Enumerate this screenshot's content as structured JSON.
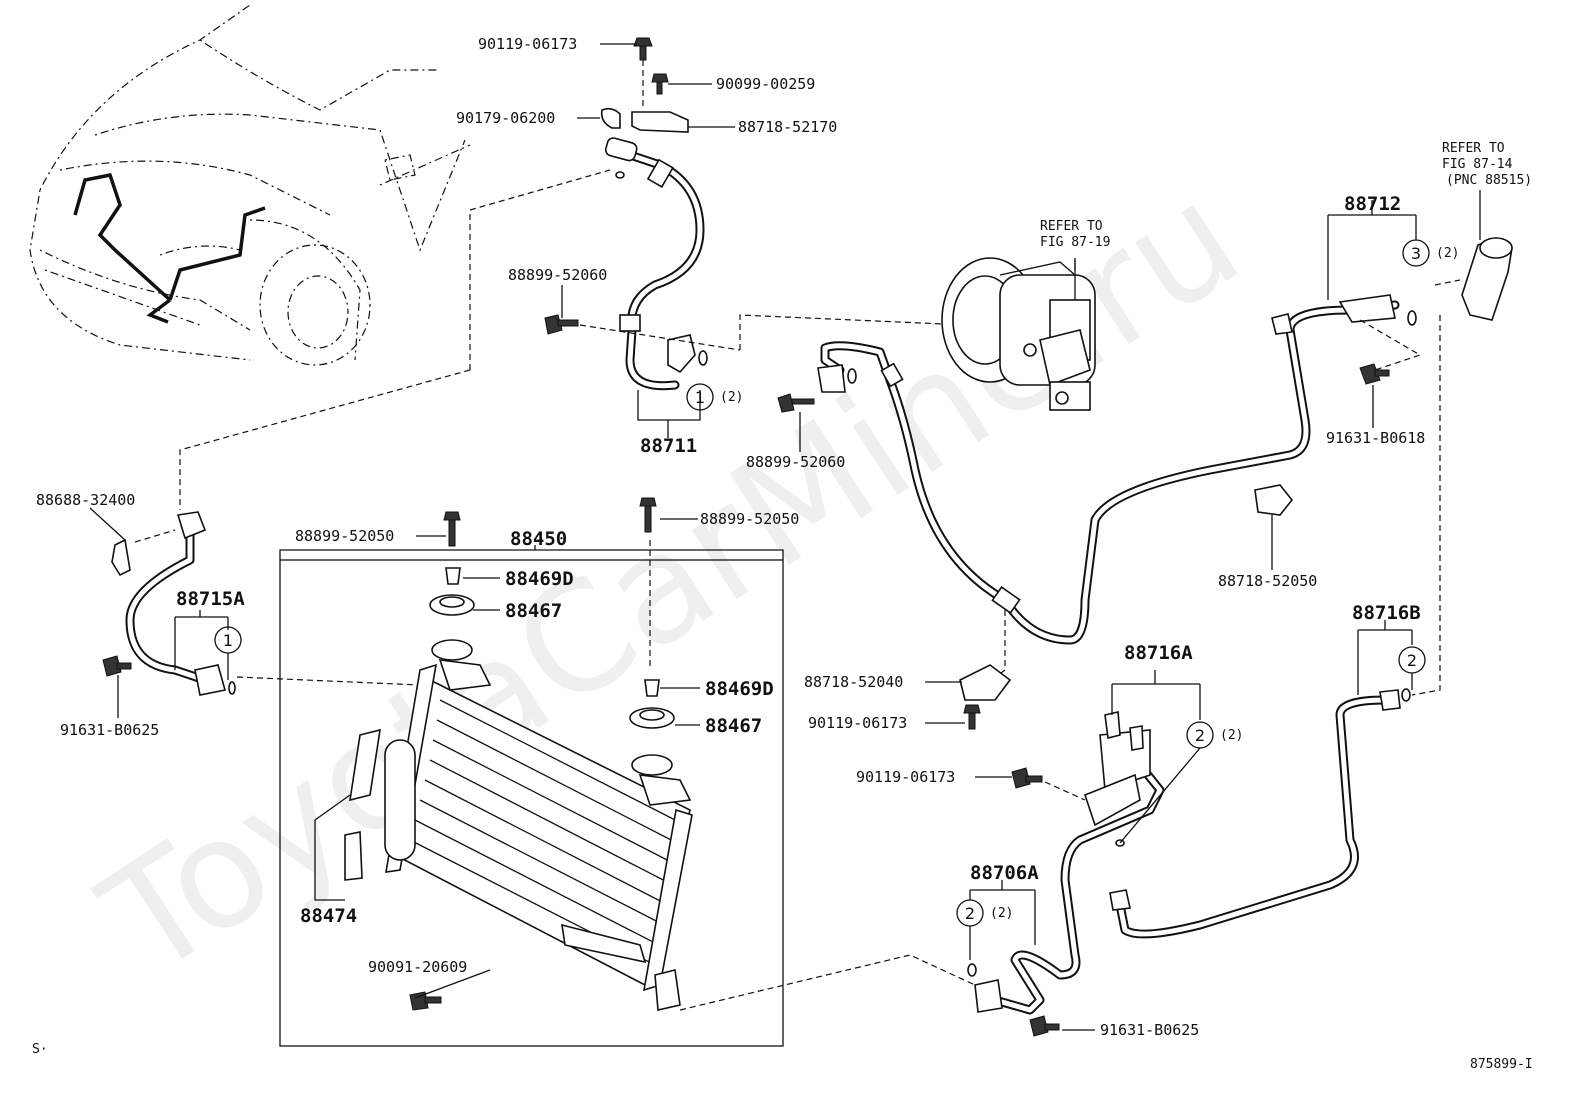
{
  "watermark": "ToyotaCarMine.ru",
  "footer": {
    "left_mark": "S·",
    "figure_code": "875899-I"
  },
  "refs": {
    "compressor": [
      "REFER TO",
      "FIG 87-19"
    ],
    "receiver": [
      "REFER TO",
      "FIG 87-14",
      "(PNC 88515)"
    ]
  },
  "callout_counts": {
    "qty2": "(2)"
  },
  "callout_numbers": {
    "one": "1",
    "two": "2",
    "three": "3"
  },
  "labels": {
    "p90119_06173_top": "90119-06173",
    "p90099_00259": "90099-00259",
    "p90179_06200": "90179-06200",
    "p88718_52170": "88718-52170",
    "p88899_52060_a": "88899-52060",
    "p88711": "88711",
    "p88899_52060_b": "88899-52060",
    "p88712": "88712",
    "p91631_B0618": "91631-B0618",
    "p88688_32400": "88688-32400",
    "p88715A": "88715A",
    "p91631_B0625_left": "91631-B0625",
    "p88899_52050_a": "88899-52050",
    "p88899_52050_b": "88899-52050",
    "p88450": "88450",
    "p88469D_a": "88469D",
    "p88467_a": "88467",
    "p88469D_b": "88469D",
    "p88467_b": "88467",
    "p88474": "88474",
    "p90091_20609": "90091-20609",
    "p88718_52050": "88718-52050",
    "p88716B": "88716B",
    "p88718_52040": "88718-52040",
    "p90119_06173_mid": "90119-06173",
    "p88716A": "88716A",
    "p90119_06173_low": "90119-06173",
    "p88706A": "88706A",
    "p91631_B0625_right": "91631-B0625"
  }
}
